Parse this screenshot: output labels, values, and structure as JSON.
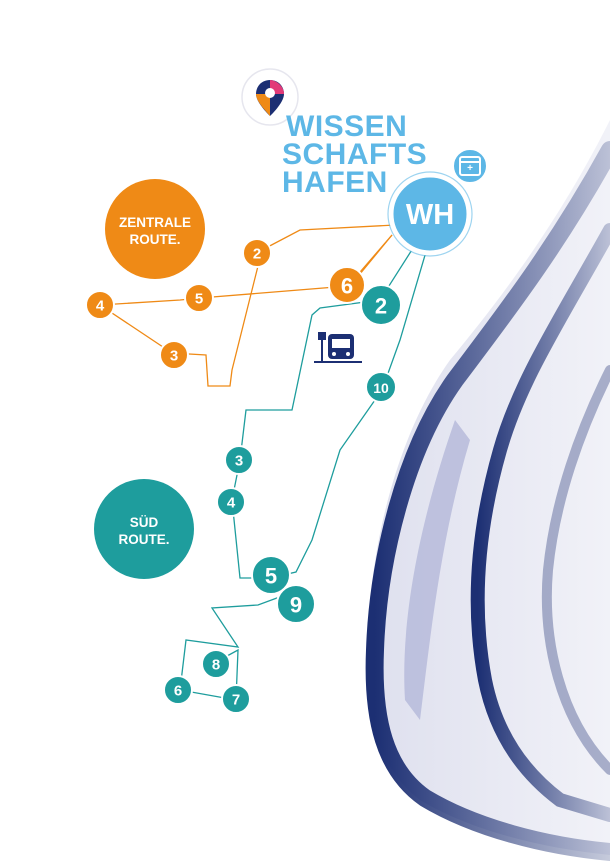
{
  "title": {
    "lines": [
      "WISSEN",
      "SCHAFTS",
      "HAFEN"
    ],
    "hub_label": "WH"
  },
  "colors": {
    "orange": "#ef8a16",
    "teal": "#1e9d9d",
    "blue": "#5db7e6",
    "navy": "#1c2f73",
    "lavender": "#c9cce3",
    "white": "#ffffff"
  },
  "icons": {
    "location_pin": "location-pin-icon",
    "calendar": "calendar-icon",
    "bus_stop": "bus-stop-icon"
  },
  "routes": {
    "central": {
      "label_lines": [
        "ZENTRALE",
        "ROUTE."
      ],
      "stops": [
        "2",
        "4",
        "5",
        "3",
        "6"
      ]
    },
    "south": {
      "label_lines": [
        "SÜD",
        "ROUTE."
      ],
      "stops": [
        "2",
        "10",
        "3",
        "4",
        "5",
        "9",
        "8",
        "6",
        "7"
      ]
    }
  }
}
